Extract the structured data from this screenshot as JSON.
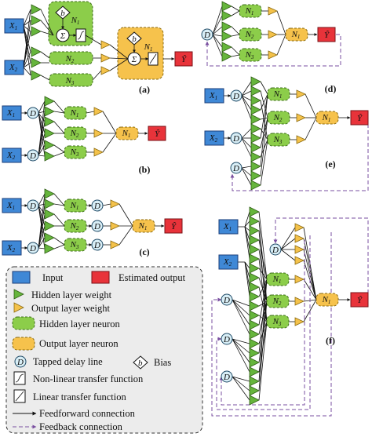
{
  "nodes": {
    "x1": "X",
    "x1_sub": "1",
    "x2": "X",
    "x2_sub": "2",
    "n": "N",
    "n1_sub": "1",
    "n2_sub": "2",
    "n3_sub": "3",
    "bias": "b",
    "sum": "Σ",
    "tdl": "D",
    "yhat": "Ŷ"
  },
  "panels": {
    "a": "(a)",
    "b": "(b)",
    "c": "(c)",
    "d": "(d)",
    "e": "(e)",
    "f": "(f)"
  },
  "legend": {
    "input": "Input",
    "estimated_output": "Estimated output",
    "hidden_weight": "Hidden layer weight",
    "output_weight": "Output layer weight",
    "hidden_neuron": "Hidden layer neuron",
    "output_neuron": "Output layer neuron",
    "tdl": "Tapped delay line",
    "bias": "Bias",
    "nonlinear": "Non-linear transfer function",
    "linear": "Linear transfer function",
    "feedforward": "Feedforward connection",
    "feedback": "Feedback connection"
  },
  "colors": {
    "input": "#3f88d6",
    "output": "#e8333a",
    "hidden": "#8ccd4a",
    "outlayer": "#f6c24c",
    "tdl": "#d8eef6",
    "feedback": "#7a4fa0"
  }
}
